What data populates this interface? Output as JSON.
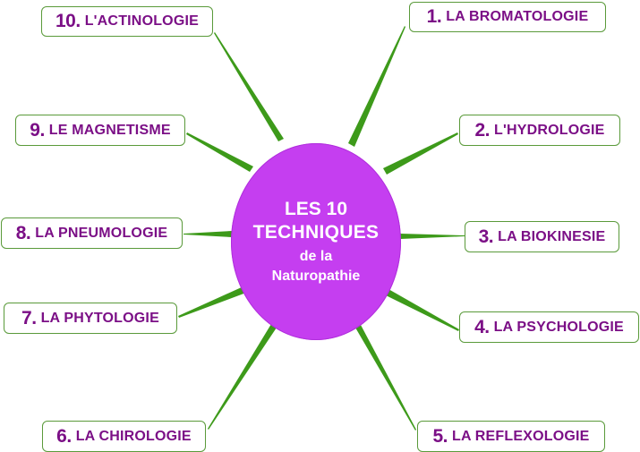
{
  "center": {
    "line1": "LES 10",
    "line2": "TECHNIQUES",
    "line3": "de la",
    "line4": "Naturopathie",
    "fill_color": "#c53ef0",
    "text_color": "#ffffff"
  },
  "colors": {
    "node_text": "#7b0f86",
    "node_border": "#5a9a3a",
    "link": "#3d9a1a"
  },
  "nodes": [
    {
      "number": "1.",
      "label": "LA BROMATOLOGIE"
    },
    {
      "number": "2.",
      "label": "L'HYDROLOGIE"
    },
    {
      "number": "3.",
      "label": "LA BIOKINESIE"
    },
    {
      "number": "4.",
      "label": "LA PSYCHOLOGIE"
    },
    {
      "number": "5.",
      "label": "LA REFLEXOLOGIE"
    },
    {
      "number": "6.",
      "label": "LA CHIROLOGIE"
    },
    {
      "number": "7.",
      "label": "LA PHYTOLOGIE"
    },
    {
      "number": "8.",
      "label": "LA PNEUMOLOGIE"
    },
    {
      "number": "9.",
      "label": "LE MAGNETISME"
    },
    {
      "number": "10.",
      "label": "L'ACTINOLOGIE"
    }
  ]
}
